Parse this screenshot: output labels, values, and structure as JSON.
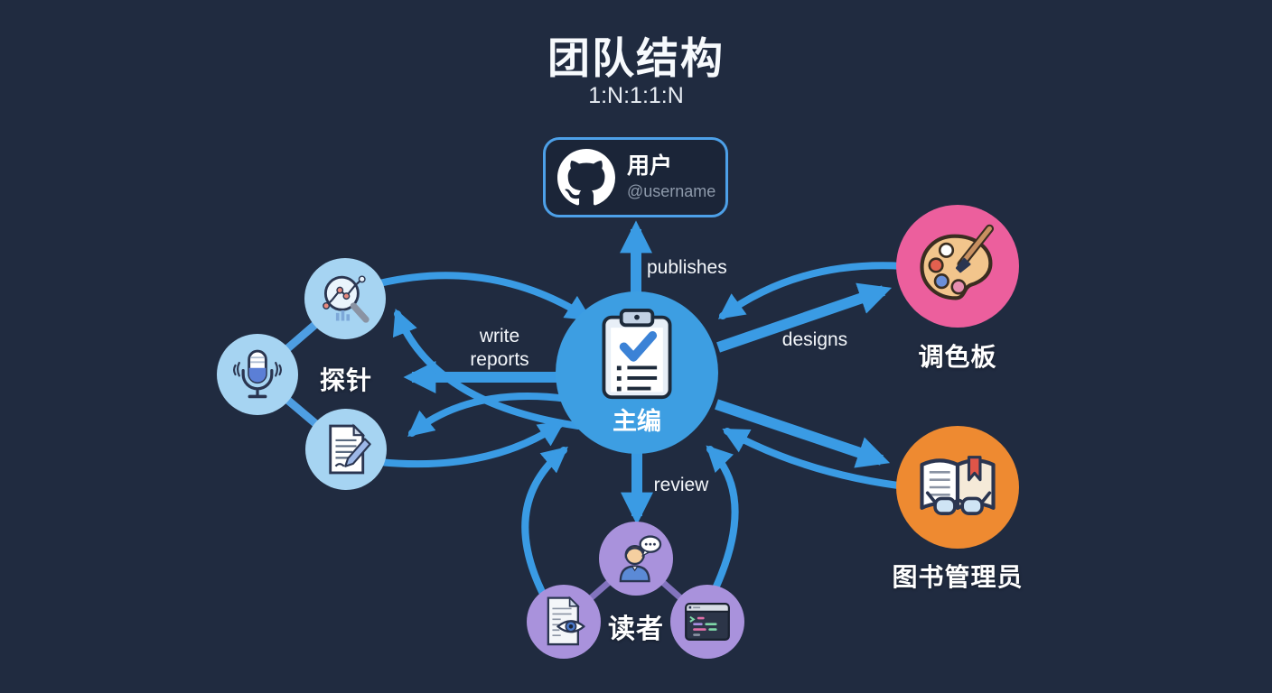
{
  "title": "团队结构",
  "subtitle": "1:N:1:1:N",
  "user_card": {
    "name": "用户",
    "handle": "@username",
    "icon": "github-logo"
  },
  "center": {
    "label": "主编",
    "icon": "clipboard-check"
  },
  "groups": {
    "probe": {
      "label": "探针",
      "icons": [
        "magnifier-analytics",
        "microphone",
        "document-signature"
      ]
    },
    "reader": {
      "label": "读者",
      "icons": [
        "person-comment",
        "document-eye",
        "code-editor"
      ]
    }
  },
  "nodes": {
    "palette": {
      "label": "调色板",
      "icon": "paint-palette"
    },
    "librarian": {
      "label": "图书管理员",
      "icon": "open-book-glasses"
    }
  },
  "edges": {
    "publishes": "publishes",
    "write_reports": "write reports",
    "designs": "designs",
    "review": "review"
  },
  "colors": {
    "background": "#202b40",
    "arrow": "#3a9be4",
    "center_node": "#3d9ee2",
    "probe_node": "#a6d4f2",
    "reader_node": "#a992dc",
    "palette_node": "#ec5f9d",
    "librarian_node": "#ee8a31",
    "card_border": "#4da0e8"
  }
}
